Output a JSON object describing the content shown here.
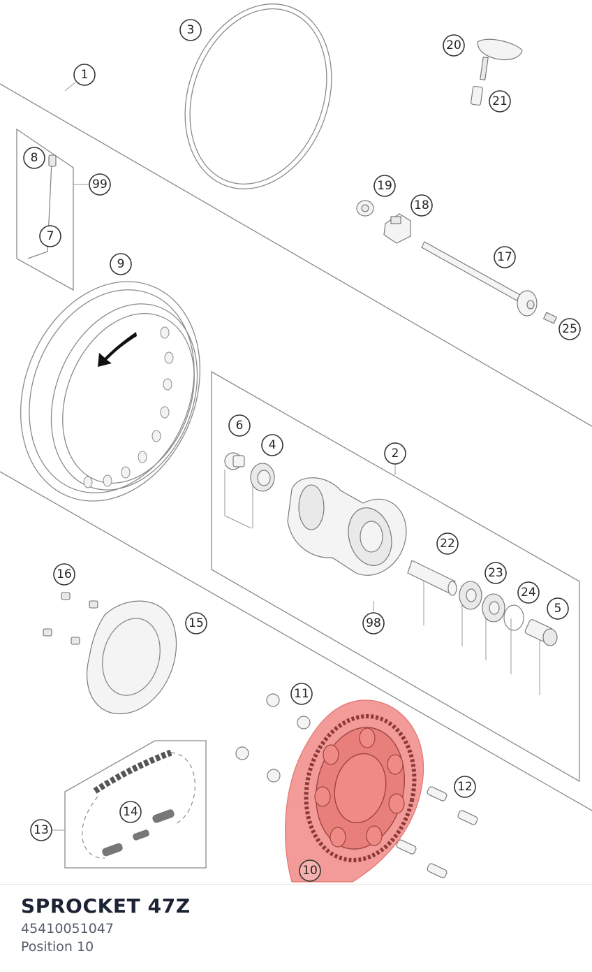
{
  "diagram": {
    "callouts": [
      "1",
      "2",
      "3",
      "4",
      "5",
      "6",
      "7",
      "8",
      "9",
      "10",
      "11",
      "12",
      "13",
      "14",
      "15",
      "16",
      "17",
      "18",
      "19",
      "20",
      "21",
      "22",
      "23",
      "24",
      "25",
      "98",
      "99"
    ],
    "highlighted_callout": "10",
    "highlight_color": "#f08a86"
  },
  "part": {
    "name": "SPROCKET 47Z",
    "number": "45410051047",
    "position_label": "Position 10"
  }
}
